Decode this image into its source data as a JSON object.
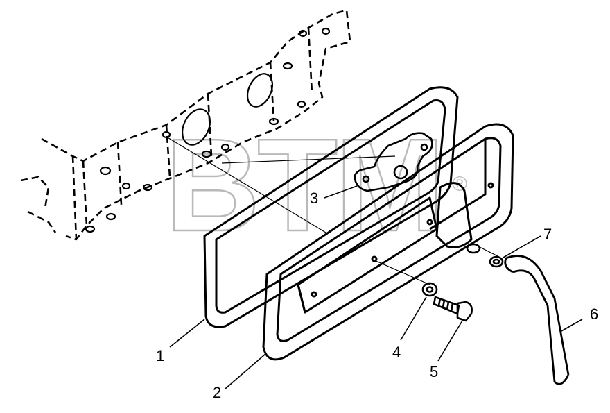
{
  "callouts": [
    {
      "id": "1",
      "label": "1"
    },
    {
      "id": "2",
      "label": "2"
    },
    {
      "id": "3",
      "label": "3"
    },
    {
      "id": "4",
      "label": "4"
    },
    {
      "id": "5",
      "label": "5"
    },
    {
      "id": "6",
      "label": "6"
    },
    {
      "id": "7",
      "label": "7"
    }
  ],
  "watermark": {
    "text": "BTM",
    "mark": "®",
    "color": "#b9b9b9"
  },
  "line_color": "#000000",
  "background": "#ffffff"
}
